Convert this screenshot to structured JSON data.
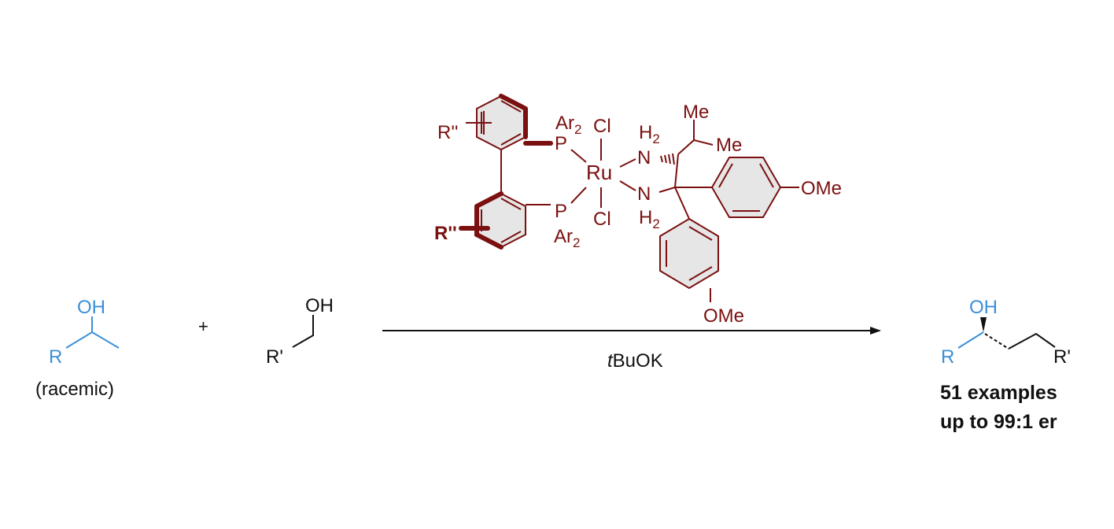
{
  "reactant1": {
    "oh": "OH",
    "r": "R",
    "note": "(racemic)"
  },
  "plus": "+",
  "reactant2": {
    "oh": "OH",
    "r": "R'"
  },
  "catalyst": {
    "r_top": "R''",
    "r_bottom": "R''",
    "p_top": "P",
    "p_bottom": "P",
    "ar_top": "Ar",
    "ar_bottom": "Ar",
    "ar_sub": "2",
    "ru": "Ru",
    "cl_top": "Cl",
    "cl_bottom": "Cl",
    "n_top": "N",
    "n_bottom": "N",
    "h_top": "H",
    "h_bottom": "H",
    "h_sub": "2",
    "me1": "Me",
    "me2": "Me",
    "ome1": "OMe",
    "ome2": "OMe"
  },
  "arrow": {
    "italic": "t",
    "rest": "BuOK"
  },
  "product": {
    "oh": "OH",
    "r": "R",
    "r_prime": "R'",
    "line1": "51 examples",
    "line2": "up to 99:1 er"
  },
  "colors": {
    "blue": "#3a8fd8",
    "maroon": "#7b1010",
    "black": "#111111"
  }
}
